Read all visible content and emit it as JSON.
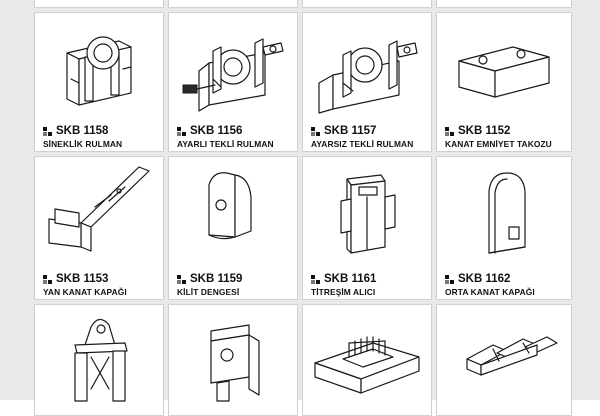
{
  "products": [
    {
      "code": "SKB 1158",
      "name": "SİNEKLİK RULMAN",
      "icon": "roller-bearing-drawing"
    },
    {
      "code": "SKB 1156",
      "name": "AYARLI TEKLİ RULMAN",
      "icon": "adjustable-roller-drawing"
    },
    {
      "code": "SKB 1157",
      "name": "AYARSIZ TEKLİ RULMAN",
      "icon": "fixed-roller-drawing"
    },
    {
      "code": "SKB 1152",
      "name": "KANAT EMNİYET TAKOZU",
      "icon": "safety-block-drawing"
    },
    {
      "code": "SKB 1153",
      "name": "YAN KANAT KAPAĞI",
      "icon": "side-cap-drawing"
    },
    {
      "code": "SKB 1159",
      "name": "KİLİT DENGESİ",
      "icon": "lock-balance-drawing"
    },
    {
      "code": "SKB 1161",
      "name": "TİTREŞİM ALICI",
      "icon": "vibration-absorber-drawing"
    },
    {
      "code": "SKB 1162",
      "name": "ORTA KANAT KAPAĞI",
      "icon": "middle-cap-drawing"
    }
  ],
  "bottom_row_icons": [
    "clip-holder-drawing",
    "bracket-drawing",
    "brush-block-drawing",
    "chain-link-drawing"
  ]
}
